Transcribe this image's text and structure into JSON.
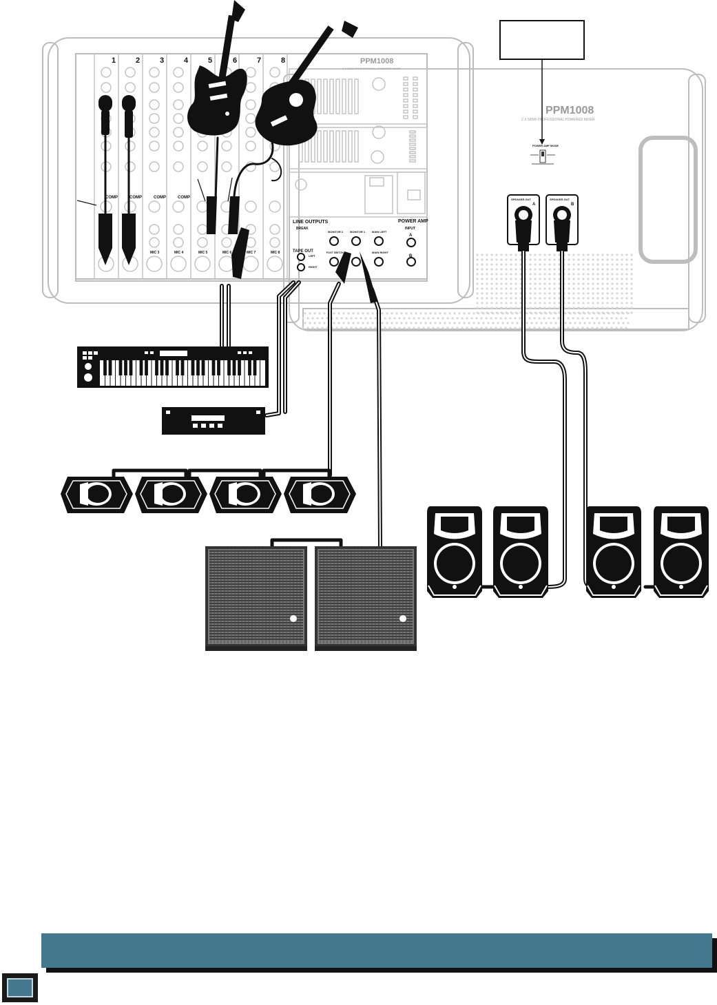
{
  "mixer": {
    "model_rear": "PPM1008",
    "model_front": "PPM1008",
    "subtitle_rear": "2 X 500W PROFESSIONAL POWERED MIXER",
    "subtitle_front": "2 X 500W PROFESSIONAL POWERED MIXER",
    "channel_numbers": [
      "1",
      "2",
      "3",
      "4",
      "5",
      "6",
      "7",
      "8"
    ],
    "comp_labels": [
      "COMP",
      "COMP",
      "COMP",
      "COMP"
    ],
    "mic_labels": [
      "MIC 3",
      "MIC 4",
      "MIC 5",
      "MIC 6",
      "MIC 7",
      "MIC 8"
    ],
    "line_outputs": "LINE OUTPUTS",
    "break_label": "BREAK",
    "tape_out": "TAPE OUT",
    "tape_left": "LEFT",
    "tape_right": "RIGHT",
    "monitor2": "MONITOR 2",
    "monitor1": "MONITOR 1",
    "main_left": "MAIN LEFT",
    "main_right": "MAIN RIGHT",
    "foot_switch": "FOOT SWITCH",
    "power_amp": "POWER AMP",
    "input": "INPUT",
    "input_a": "A",
    "input_b": "B",
    "power_amp_mode": "POWER AMP MODE",
    "speaker_out": "SPEAKER OUT",
    "speaker_out_a": "A",
    "speaker_out_b": "B"
  },
  "colors": {
    "bar": "#44788f",
    "bar_shadow": "#111111",
    "ink": "#111111",
    "outline": "#bbbbbb"
  },
  "icons": [
    "microphone-icon",
    "electric-guitar-icon",
    "acoustic-guitar-icon",
    "keyboard-icon",
    "effects-processor-icon",
    "floor-monitor-icon",
    "subwoofer-icon",
    "loudspeaker-icon"
  ]
}
